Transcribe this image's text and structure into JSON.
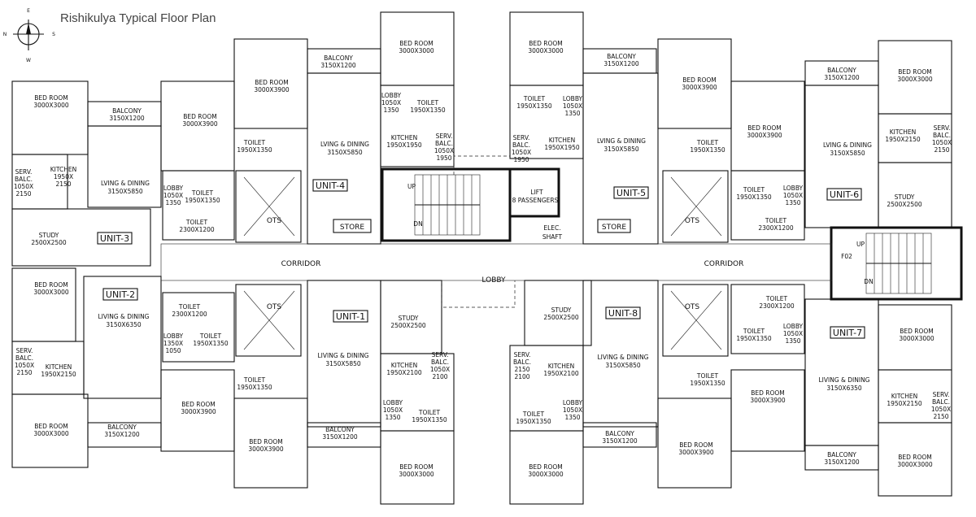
{
  "title": "Rishikulya Typical Floor Plan",
  "compass": {
    "n": "E",
    "s": "W",
    "e": "S",
    "w": "N"
  },
  "units": [
    "UNIT-1",
    "UNIT-2",
    "UNIT-3",
    "UNIT-4",
    "UNIT-5",
    "UNIT-6",
    "UNIT-7",
    "UNIT-8"
  ],
  "common": {
    "corridor": "CORRIDOR",
    "lobby": "LOBBY",
    "ots": "OTS",
    "store": "STORE",
    "lift": "LIFT",
    "lift_cap": "8 PASSENGERS",
    "elec": "ELEC.",
    "shaft": "SHAFT",
    "up": "UP",
    "dn": "DN",
    "f02": "F02"
  },
  "rooms": {
    "bedroom": "BED ROOM",
    "living": "LIVING & DINING",
    "living_alt": "LVING & DINING",
    "balcony": "BALCONY",
    "toilet": "TOILET",
    "kitchen": "KITCHEN",
    "study": "STUDY",
    "lobby": "LOBBY",
    "serv": "SERV.",
    "balc": "BALC.",
    "d3000x3000": "3000X3000",
    "d3000x3900": "3000X3900",
    "d3150x1200": "3150X1200",
    "d3150x5850": "3150X5850",
    "d3150x6350": "3150X6350",
    "d1950x1350": "1950X1350",
    "d2300x1200": "2300X1200",
    "d1950x1950": "1950X1950",
    "d1950x2150": "1950X2150",
    "d1950x2100": "1950X2100",
    "d2500x2500": "2500X2500",
    "d1950x": "1950X",
    "d2150": "2150",
    "d1050x": "1050X",
    "d1050": "1050",
    "d1350": "1350",
    "d1950": "1950",
    "d2100": "2100",
    "d1350x": "1350X",
    "d1050x1350": "1050X 1350",
    "d1050x2150": "1050X 2150"
  }
}
